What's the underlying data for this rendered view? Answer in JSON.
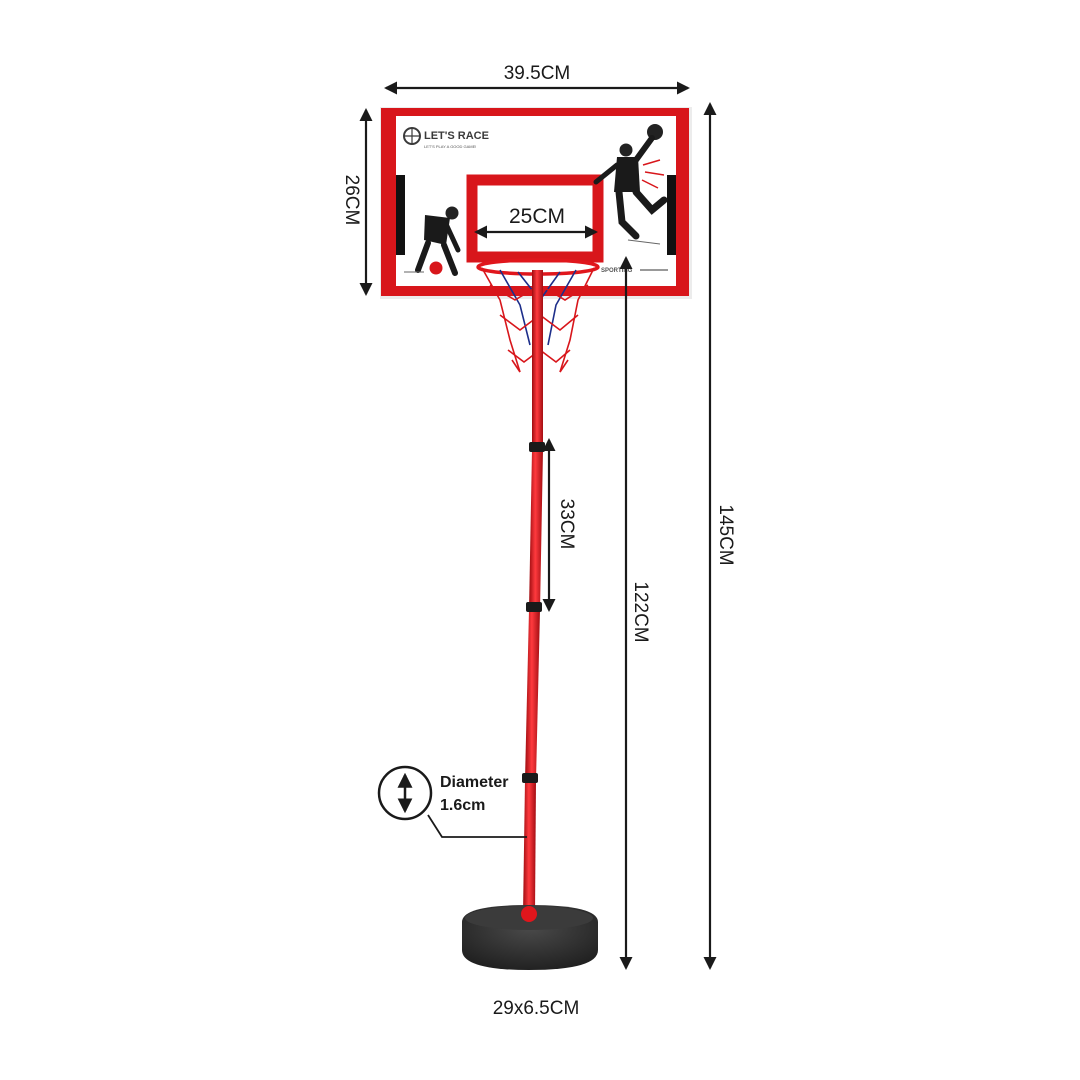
{
  "board": {
    "brand": "LET'S RACE",
    "brand_tagline": "LET'S PLAY A GOOD GAME!",
    "bottom_mark": "SPORTING"
  },
  "dimensions": {
    "board_width": "39.5CM",
    "board_height": "26CM",
    "target_width": "25CM",
    "pole_section": "33CM",
    "rim_height": "122CM",
    "total_height": "145CM",
    "base_size": "29x6.5CM"
  },
  "callout": {
    "line1": "Diameter",
    "line2": "1.6cm"
  },
  "colors": {
    "frame_red": "#d8161b",
    "pole_red": "#e0161c",
    "base_black": "#2e2e2e",
    "arrow_dark": "#1a1a1a"
  }
}
